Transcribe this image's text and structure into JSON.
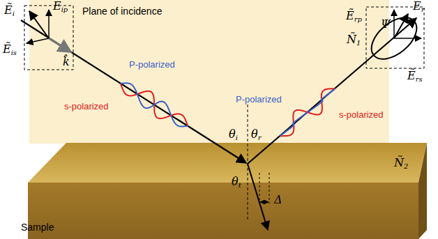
{
  "diagram": {
    "nodes": [
      {
        "text": [
          "Plane of incidence",
          "Ñ1"
        ]
      },
      {
        "text": [
          "Sample",
          "Ñ2"
        ]
      }
    ],
    "labels": [
      "Ẽi",
      "Ẽip",
      "Ẽis",
      "k̂",
      "P-polarized",
      "s-polarized",
      "θi",
      "θr",
      "P-polarized",
      "s-polarized",
      "Δ",
      "θt",
      "Ẽrp",
      "Ẽr",
      "Ψ",
      "Ẽrs"
    ]
  }
}
